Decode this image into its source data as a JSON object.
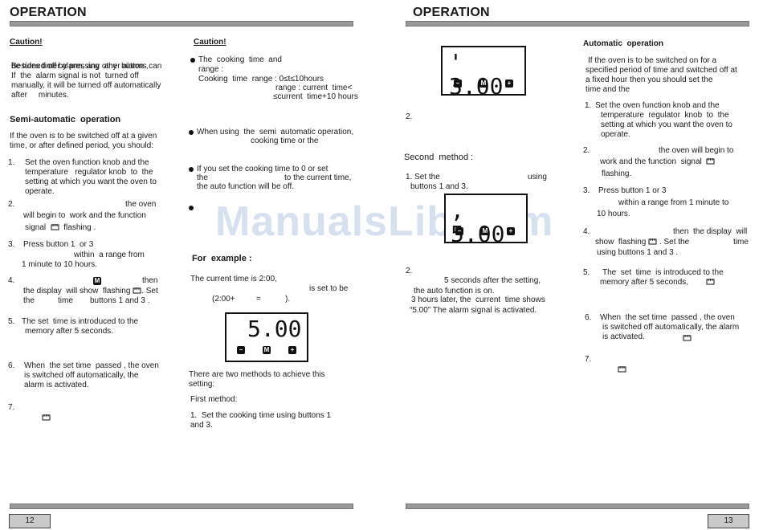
{
  "header": {
    "left": "OPERATION",
    "right": "OPERATION"
  },
  "pages": {
    "left": "12",
    "right": "13"
  },
  "watermark": "ManualsLib.com",
  "left": {
    "caution1_title": "Caution",
    "caution1_lines": [
      "Besides timer alarm, any other alarms can",
      "be turned off by pressing  any  button ,",
      "If  the  alarm signal is not  turned off",
      "manually, it will be turned off automatically",
      "after     minutes."
    ],
    "semi_title": "Semi-automatic  operation",
    "intro": [
      "If the oven is to be switched off at a given",
      "time, or after defined period, you should:"
    ],
    "s1": [
      "1.",
      "Set the oven function knob and the",
      "temperature   regulator knob  to  the",
      "setting at which you want the oven to",
      "operate."
    ],
    "s2": [
      "2.",
      "the oven",
      "will begin to  work and the function",
      "signal",
      "flashing ."
    ],
    "s3": [
      "3.",
      "Press button 1  or 3",
      "within  a range from",
      "1 minute to 10 hours."
    ],
    "s4": [
      "4.",
      "then",
      "the display  will show  flashing",
      ". Set",
      "the",
      "time",
      "buttons 1 and 3 ."
    ],
    "s5": [
      "5.",
      "The set  time is introduced to the",
      "memory after 5 seconds."
    ],
    "s6": [
      "6.",
      "When  the set time  passed , the oven",
      "is switched off automatically, the",
      "alarm is activated."
    ],
    "s7": [
      "7."
    ]
  },
  "mid": {
    "caution2_title": "Caution",
    "c2": [
      "The  cooking  time  and",
      "range :",
      "Cooking  time  range : 0≤t≤10hours",
      "range : current  time<",
      "≤current  time+10 hours"
    ],
    "c3": [
      "When using  the  semi  automatic operation,",
      "cooking time or the"
    ],
    "c4": [
      "If you set the cooking time to 0 or set",
      "the",
      "to the current time,",
      "the auto function will be off."
    ],
    "example_title": "For  example :",
    "ex": [
      "The current time is 2:00,",
      "is set to be",
      "(2:00+",
      "=",
      ")."
    ],
    "display": "5.00",
    "methods": [
      "There are two methods to achieve this",
      "setting:"
    ],
    "first": "First method:",
    "first1": [
      "1.  Set the cooking time using buttons 1",
      "and 3."
    ]
  },
  "right": {
    "display1": "' 3.00",
    "r2": "2.",
    "second": "Second  method :",
    "sm1": [
      "1. Set the",
      "using",
      "buttons 1 and 3."
    ],
    "display2": ", 5.00",
    "sm2": [
      "2.",
      "5 seconds after the setting,",
      "the auto function is on.",
      "3 hours later, the  current  time shows",
      "“5.00” The alarm signal is activated."
    ],
    "auto_title": "Automatic  operation",
    "auto_intro": [
      "If the oven is to be switched on for a",
      "specified period of time and switched off at",
      "a fixed hour then you should set the",
      "time and the"
    ],
    "a1": [
      "1.",
      "Set the oven function knob and the",
      "temperature  regulator  knob  to  the",
      "setting at which you want the oven to",
      "operate."
    ],
    "a2": [
      "2.",
      "the oven will begin to",
      "work and the function  signal",
      "flashing."
    ],
    "a3": [
      "3.",
      "Press button 1 or 3",
      "within a range from 1 minute to",
      "10 hours."
    ],
    "a4": [
      "4.",
      "then  the display  will",
      "show  flashing",
      ". Set the",
      "time",
      "using buttons 1 and 3 ."
    ],
    "a5": [
      "5.",
      "The  set  time  is introduced to the",
      "memory after 5 seconds,"
    ],
    "a6": [
      "6.",
      "When  the set time  passed , the oven",
      "is switched off automatically, the alarm",
      "is activated."
    ],
    "a7": [
      "7."
    ]
  },
  "buttons": {
    "minus": "–",
    "mode": "M",
    "plus": "+"
  },
  "icons": {
    "cook": "cooking-signal-icon"
  }
}
